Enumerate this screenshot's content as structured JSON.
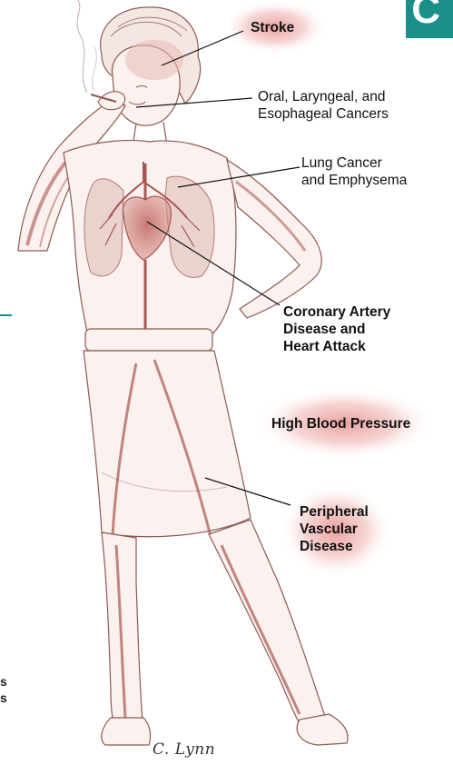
{
  "labels": {
    "stroke": "Stroke",
    "oral_cancers_line1": "Oral, Laryngeal, and",
    "oral_cancers_line2": "Esophageal Cancers",
    "lung_line1": "Lung Cancer",
    "lung_line2": "and Emphysema",
    "coronary_line1": "Coronary Artery",
    "coronary_line2": "Disease and",
    "coronary_line3": "Heart Attack",
    "high_bp": "High Blood Pressure",
    "pvd_line1": "Peripheral",
    "pvd_line2": "Vascular",
    "pvd_line3": "Disease"
  },
  "signature": "C. Lynn",
  "corner_tab_letter": "C",
  "margin_glyphs": [
    "s",
    "s"
  ],
  "colors": {
    "accent_teal": "#1a8f8a",
    "sketch_line": "#8a5a52",
    "vessel": "#a8564f",
    "organ_fill": "#d99a94",
    "highlight_glow": "#e9a3a0"
  }
}
